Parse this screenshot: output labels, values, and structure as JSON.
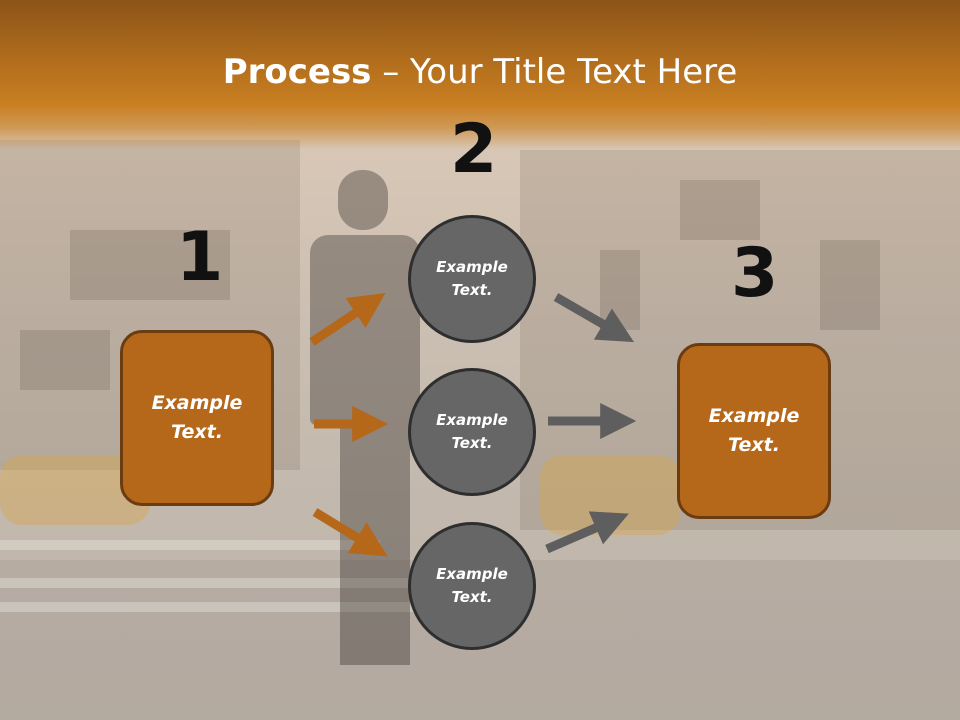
{
  "title": {
    "bold": "Process",
    "rest": " – Your Title Text Here"
  },
  "steps": {
    "step1": {
      "number": "1",
      "text_line1": "Example",
      "text_line2": "Text."
    },
    "step2": {
      "number": "2"
    },
    "step3": {
      "number": "3",
      "text_line1": "Example",
      "text_line2": "Text."
    }
  },
  "circles": [
    {
      "line1": "Example",
      "line2": "Text."
    },
    {
      "line1": "Example",
      "line2": "Text."
    },
    {
      "line1": "Example",
      "line2": "Text."
    }
  ],
  "colors": {
    "accent": "#b5681a",
    "header": "#c97f22",
    "circle": "#666666",
    "arrow_orange": "#b5681a",
    "arrow_gray": "#5e5e5e"
  }
}
